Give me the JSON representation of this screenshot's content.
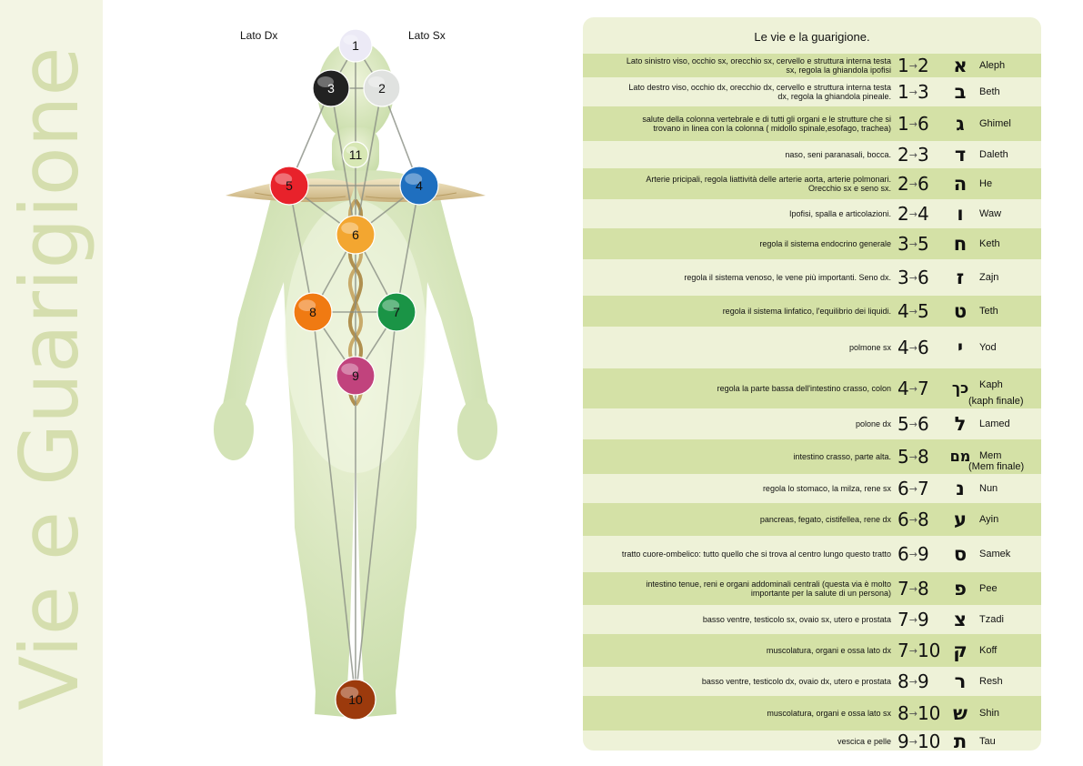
{
  "side_title": "Vie e Guarigione",
  "figure": {
    "label_left": "Lato Dx",
    "label_right": "Lato Sx",
    "nodes": [
      {
        "id": "1",
        "color": "#eceaf6"
      },
      {
        "id": "2",
        "color": "#e0e2e0"
      },
      {
        "id": "3",
        "color": "#222222"
      },
      {
        "id": "11",
        "color": "#d7e7b4"
      },
      {
        "id": "5",
        "color": "#e8222b"
      },
      {
        "id": "4",
        "color": "#1f6fbf"
      },
      {
        "id": "6",
        "color": "#f3a630"
      },
      {
        "id": "8",
        "color": "#f07a12"
      },
      {
        "id": "7",
        "color": "#1a9446"
      },
      {
        "id": "9",
        "color": "#c1437d"
      },
      {
        "id": "10",
        "color": "#9c3a0c"
      }
    ]
  },
  "table": {
    "title": "Le vie e la guarigione.",
    "rows": [
      {
        "desc": "Lato sinistro viso, occhio sx, orecchio sx, cervello e struttura interna testa sx, regola la ghiandola ipofisi",
        "from": "1",
        "to": "2",
        "letter": "א",
        "name": "Aleph"
      },
      {
        "desc": "Lato destro viso, occhio dx, orecchio dx, cervello e struttura interna testa dx, regola la ghiandola pineale.",
        "from": "1",
        "to": "3",
        "letter": "ב",
        "name": "Beth"
      },
      {
        "desc": "salute della colonna vertebrale e di tutti gli organi e le strutture che si trovano in linea con la colonna ( midollo spinale,esofago, trachea)",
        "from": "1",
        "to": "6",
        "letter": "ג",
        "name": "Ghimel"
      },
      {
        "desc": "naso, seni paranasali, bocca.",
        "from": "2",
        "to": "3",
        "letter": "ד",
        "name": "Daleth"
      },
      {
        "desc": "Arterie pricipali, regola liattività delle arterie aorta, arterie polmonari. Orecchio sx e seno sx.",
        "from": "2",
        "to": "6",
        "letter": "ה",
        "name": "He"
      },
      {
        "desc": "Ipofisi, spalla e articolazioni.",
        "from": "2",
        "to": "4",
        "letter": "ו",
        "name": "Waw"
      },
      {
        "desc": "regola il sistema endocrino generale",
        "from": "3",
        "to": "5",
        "letter": "ח",
        "name": "Keth"
      },
      {
        "desc": "regola il sistema venoso, le vene più importanti. Seno dx.",
        "from": "3",
        "to": "6",
        "letter": "ז",
        "name": "Zajn"
      },
      {
        "desc": "regola il sistema linfatico, l'equilibrio dei liquidi.",
        "from": "4",
        "to": "5",
        "letter": "ט",
        "name": "Teth"
      },
      {
        "desc": "polmone sx",
        "from": "4",
        "to": "6",
        "letter": "י",
        "name": "Yod"
      },
      {
        "desc": "regola la parte bassa dell'intestino crasso, colon",
        "from": "4",
        "to": "7",
        "letter": "כך",
        "name": "Kaph",
        "note": "(kaph finale)"
      },
      {
        "desc": "polone dx",
        "from": "5",
        "to": "6",
        "letter": "ל",
        "name": "Lamed"
      },
      {
        "desc": "intestino crasso, parte alta.",
        "from": "5",
        "to": "8",
        "letter": "מם",
        "name": "Mem",
        "note": "(Mem finale)"
      },
      {
        "desc": "regola lo stomaco, la milza, rene sx",
        "from": "6",
        "to": "7",
        "letter": "נ",
        "name": "Nun"
      },
      {
        "desc": "pancreas, fegato, cistifellea, rene dx",
        "from": "6",
        "to": "8",
        "letter": "ע",
        "name": "Ayin"
      },
      {
        "desc": "tratto cuore-ombelico: tutto quello che si trova al centro lungo questo tratto",
        "from": "6",
        "to": "9",
        "letter": "ס",
        "name": "Samek"
      },
      {
        "desc": "intestino tenue, reni e organi addominali centrali (questa via è molto importante per la salute di un persona)",
        "from": "7",
        "to": "8",
        "letter": "פ",
        "name": "Pee"
      },
      {
        "desc": "basso ventre, testicolo sx, ovaio sx, utero e prostata",
        "from": "7",
        "to": "9",
        "letter": "צ",
        "name": "Tzadi"
      },
      {
        "desc": "muscolatura, organi e ossa lato dx",
        "from": "7",
        "to": "10",
        "letter": "ק",
        "name": "Koff"
      },
      {
        "desc": "basso ventre, testicolo dx, ovaio dx, utero e prostata",
        "from": "8",
        "to": "9",
        "letter": "ר",
        "name": "Resh"
      },
      {
        "desc": "muscolatura, organi e ossa lato sx",
        "from": "8",
        "to": "10",
        "letter": "ש",
        "name": "Shin"
      },
      {
        "desc": "vescica e pelle",
        "from": "9",
        "to": "10",
        "letter": "ת",
        "name": "Tau"
      }
    ]
  }
}
